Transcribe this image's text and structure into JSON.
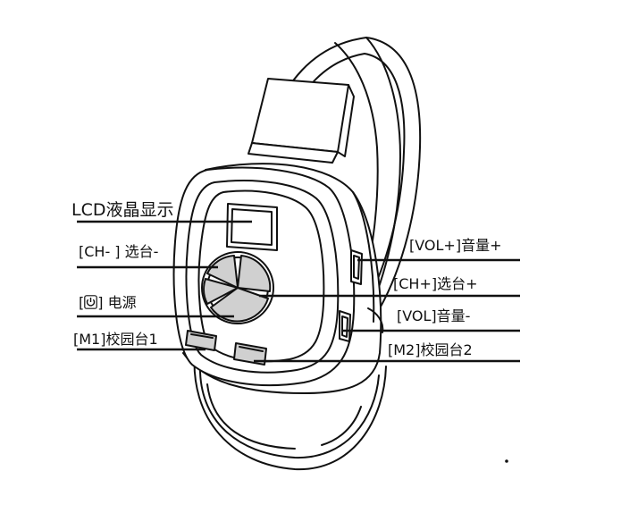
{
  "labels": {
    "lcd": "LCD液晶显示",
    "ch_minus": "[CH- ] 选台-",
    "power_prefix": "[",
    "power_suffix": "] 电源",
    "m1": "[M1]校园台1",
    "vol_plus": "[VOL+]音量+",
    "ch_plus": "[CH+]选台+",
    "vol_minus": "[VOL]音量-",
    "m2": "[M2]校园台2"
  },
  "icons": {
    "power": "power-icon"
  },
  "colors": {
    "line": "#111111",
    "button_fill": "#d0d0d0",
    "background": "#ffffff"
  }
}
